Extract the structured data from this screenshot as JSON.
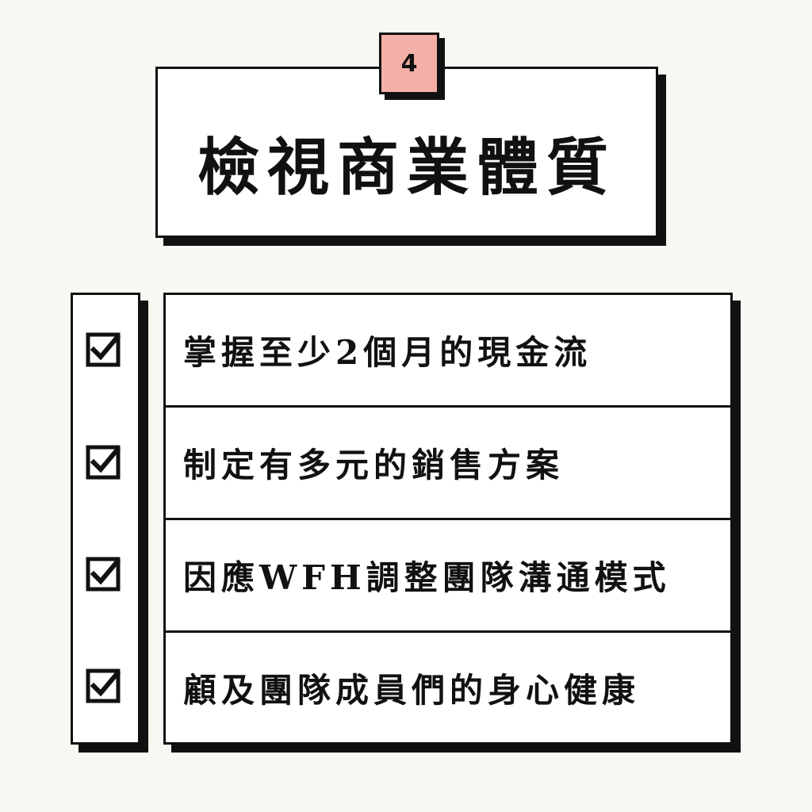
{
  "badge": {
    "number": "4"
  },
  "title": "檢視商業體質",
  "items": [
    {
      "label": "掌握至少2個月的現金流",
      "checked": true
    },
    {
      "label": "制定有多元的銷售方案",
      "checked": true
    },
    {
      "label": "因應WFH調整團隊溝通模式",
      "checked": true
    },
    {
      "label": "顧及團隊成員們的身心健康",
      "checked": true
    }
  ],
  "colors": {
    "background": "#f8f7f2",
    "badge": "#f4b0a6",
    "border": "#111111",
    "box": "#ffffff"
  },
  "icons": {
    "checkbox": "checkbox-checked-icon"
  }
}
